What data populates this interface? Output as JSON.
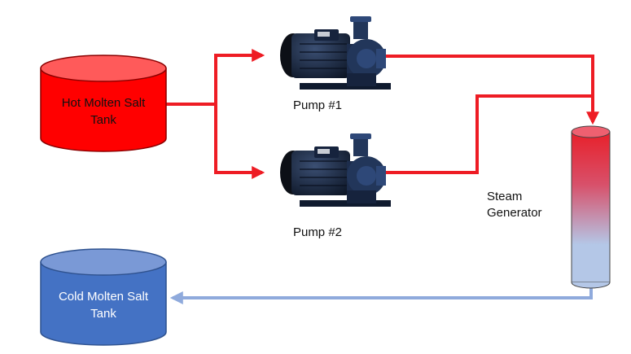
{
  "tanks": {
    "hot": {
      "label_line1": "Hot Molten Salt",
      "label_line2": "Tank",
      "fill": "#ff0000",
      "stroke": "#8b0000"
    },
    "cold": {
      "label_line1": "Cold Molten Salt",
      "label_line2": "Tank",
      "fill": "#4472c4",
      "stroke": "#2f528f"
    }
  },
  "pumps": [
    {
      "label": "Pump #1",
      "icon": "centrifugal-pump-icon"
    },
    {
      "label": "Pump #2",
      "icon": "centrifugal-pump-icon"
    }
  ],
  "generator": {
    "label_line1": "Steam",
    "label_line2": "Generator",
    "color_top": "#e8202a",
    "color_bottom": "#b4c7e7"
  },
  "pipes": {
    "hot_color": "#ee1c24",
    "cold_color": "#8faadc"
  }
}
